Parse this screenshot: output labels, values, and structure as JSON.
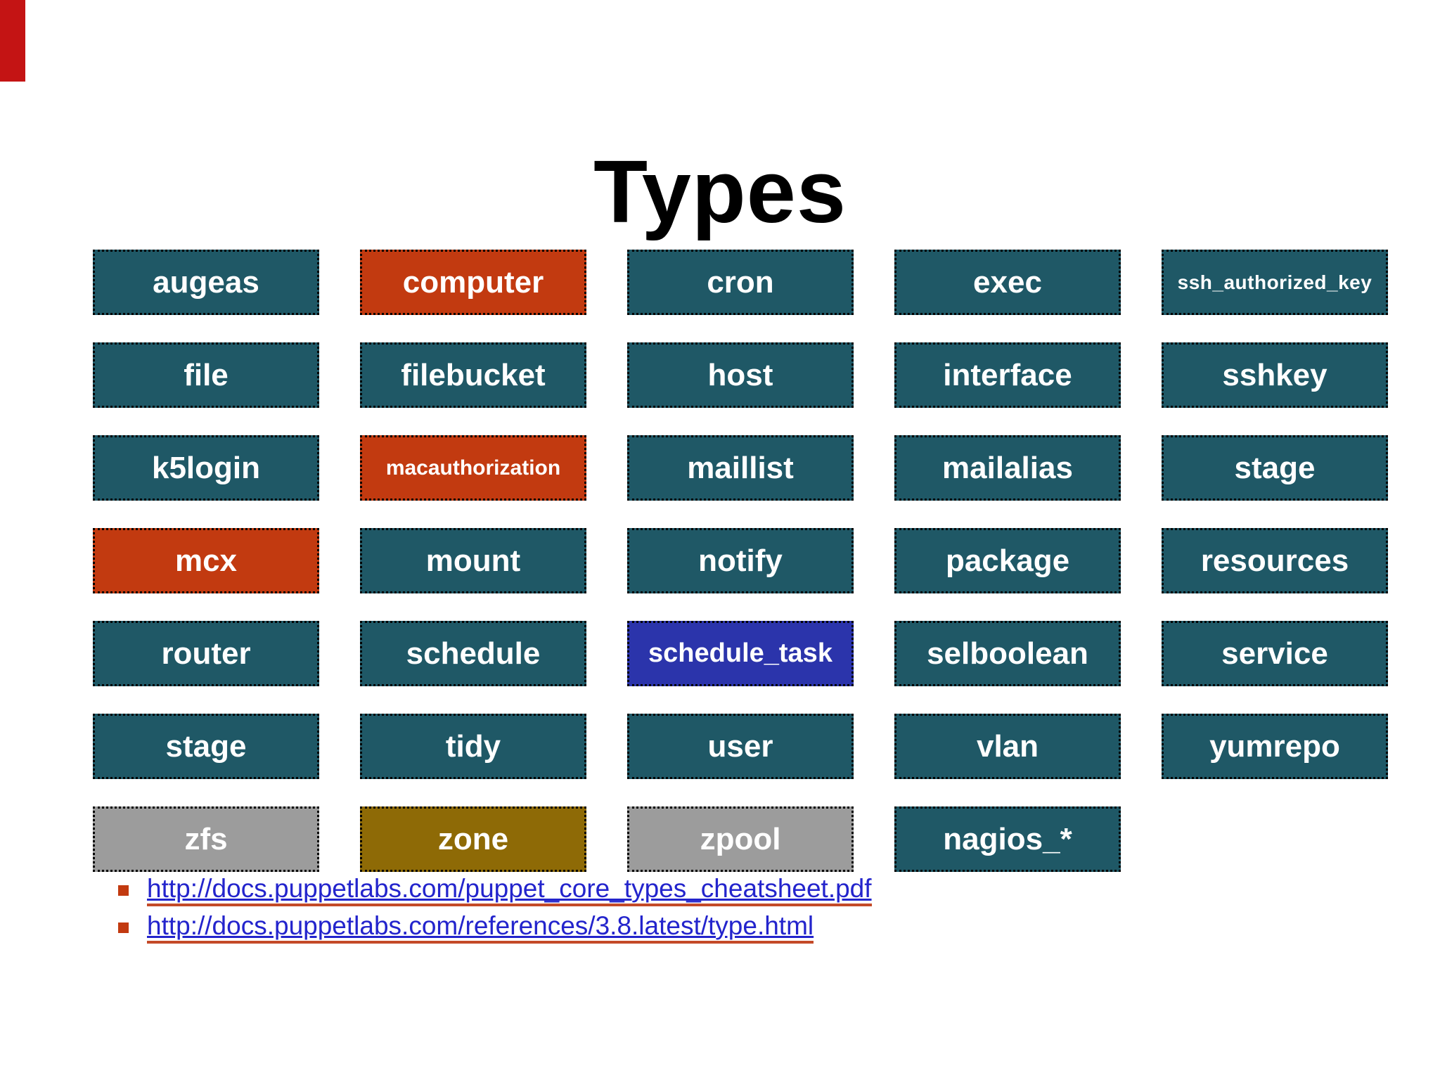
{
  "slide": {
    "title": "Types",
    "accent_bar_color": "#c41414"
  },
  "colors": {
    "teal": "#1f5866",
    "orange": "#c23a10",
    "blue": "#2b34ab",
    "gray": "#9c9c9c",
    "gold": "#8e6a06"
  },
  "types": [
    {
      "label": "augeas",
      "color": "teal",
      "size": "lg"
    },
    {
      "label": "computer",
      "color": "orange",
      "size": "lg"
    },
    {
      "label": "cron",
      "color": "teal",
      "size": "lg"
    },
    {
      "label": "exec",
      "color": "teal",
      "size": "lg"
    },
    {
      "label": "ssh_authorized_key",
      "color": "teal",
      "size": "xs"
    },
    {
      "label": "file",
      "color": "teal",
      "size": "lg"
    },
    {
      "label": "filebucket",
      "color": "teal",
      "size": "lg"
    },
    {
      "label": "host",
      "color": "teal",
      "size": "lg"
    },
    {
      "label": "interface",
      "color": "teal",
      "size": "lg"
    },
    {
      "label": "sshkey",
      "color": "teal",
      "size": "lg"
    },
    {
      "label": "k5login",
      "color": "teal",
      "size": "lg"
    },
    {
      "label": "macauthorization",
      "color": "orange",
      "size": "sm"
    },
    {
      "label": "maillist",
      "color": "teal",
      "size": "lg"
    },
    {
      "label": "mailalias",
      "color": "teal",
      "size": "lg"
    },
    {
      "label": "stage",
      "color": "teal",
      "size": "lg"
    },
    {
      "label": "mcx",
      "color": "orange",
      "size": "lg"
    },
    {
      "label": "mount",
      "color": "teal",
      "size": "lg"
    },
    {
      "label": "notify",
      "color": "teal",
      "size": "lg"
    },
    {
      "label": "package",
      "color": "teal",
      "size": "lg"
    },
    {
      "label": "resources",
      "color": "teal",
      "size": "lg"
    },
    {
      "label": "router",
      "color": "teal",
      "size": "lg"
    },
    {
      "label": "schedule",
      "color": "teal",
      "size": "lg"
    },
    {
      "label": "schedule_task",
      "color": "blue",
      "size": "md"
    },
    {
      "label": "selboolean",
      "color": "teal",
      "size": "lg"
    },
    {
      "label": "service",
      "color": "teal",
      "size": "lg"
    },
    {
      "label": "stage",
      "color": "teal",
      "size": "lg"
    },
    {
      "label": "tidy",
      "color": "teal",
      "size": "lg"
    },
    {
      "label": "user",
      "color": "teal",
      "size": "lg"
    },
    {
      "label": "vlan",
      "color": "teal",
      "size": "lg"
    },
    {
      "label": "yumrepo",
      "color": "teal",
      "size": "lg"
    },
    {
      "label": "zfs",
      "color": "gray",
      "size": "lg"
    },
    {
      "label": "zone",
      "color": "gold",
      "size": "lg"
    },
    {
      "label": "zpool",
      "color": "gray",
      "size": "lg"
    },
    {
      "label": "nagios_*",
      "color": "teal",
      "size": "lg"
    }
  ],
  "links": {
    "bullet_color": "#c23a10",
    "items": [
      {
        "text": "http://docs.puppetlabs.com/puppet_core_types_cheatsheet.pdf"
      },
      {
        "text": "http://docs.puppetlabs.com/references/3.8.latest/type.html"
      }
    ]
  }
}
